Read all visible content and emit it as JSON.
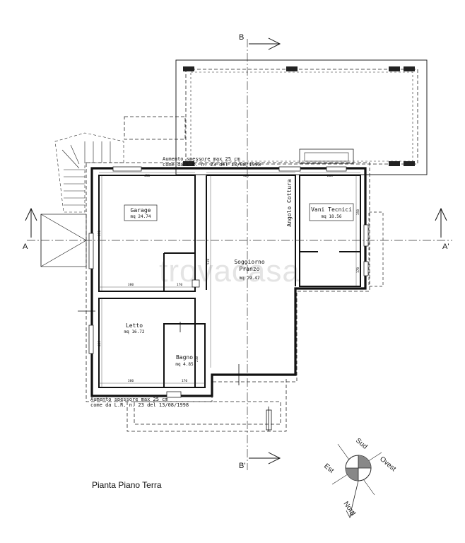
{
  "drawing": {
    "title": "Pianta Piano Terra",
    "watermark": "trovacasa",
    "note_top_line1": "Aumento spessore max 25 cm",
    "note_top_line2": "come da L.R. n. 23 del 13/08/1998",
    "note_bottom_line1": "Aumento spessore max 25 cm",
    "note_bottom_line2": "come da L.R. n. 23 del 13/08/1998"
  },
  "rooms": {
    "garage": {
      "name": "Garage",
      "area": "mq 24.74"
    },
    "vani_tecnici": {
      "name": "Vani Tecnici",
      "area": "mq 18.56"
    },
    "angolo_cottura": {
      "name": "Angolo Cottura"
    },
    "soggiorno": {
      "name_line1": "Soggiorno",
      "name_line2": "Pranzo",
      "area": "mq 29.47"
    },
    "letto": {
      "name": "Letto",
      "area": "mq 16.72"
    },
    "bagno": {
      "name": "Bagno",
      "area": "mq 4.85"
    }
  },
  "dimensions": {
    "garage_width": "430",
    "soggiorno_width": "465",
    "vani_width": "285",
    "garage_depth": "370",
    "soggiorno_depth": "518",
    "vani_depth": "350",
    "vani_depth_lower": "170",
    "garage_bottom": "380",
    "corridor_width": "170",
    "letto_depth": "425",
    "letto_bottom": "380",
    "bagno_bottom": "170",
    "bagno_depth": "210"
  },
  "sections": {
    "a_left": "A",
    "a_right": "A'",
    "b_top": "B",
    "b_bottom": "B'"
  },
  "compass": {
    "sud": "Sud",
    "ovest": "Ovest",
    "est": "Est",
    "nord": "Nord"
  }
}
